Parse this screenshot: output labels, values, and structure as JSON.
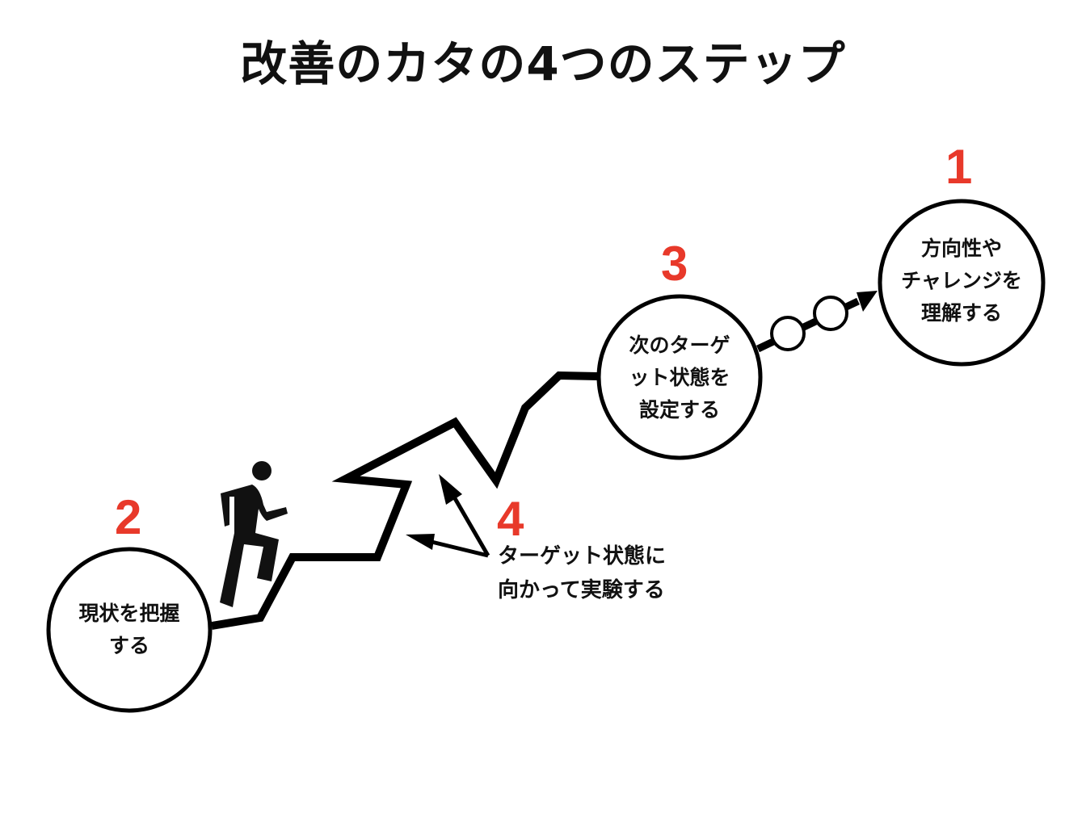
{
  "title": "改善のカタの4つのステップ",
  "accent_color": "#e8392a",
  "steps": [
    {
      "number": "1",
      "lines": [
        "方向性や",
        "チャレンジを",
        "理解する"
      ]
    },
    {
      "number": "2",
      "lines": [
        "現状を把握",
        "する"
      ]
    },
    {
      "number": "3",
      "lines": [
        "次のターゲ",
        "ット状態を",
        "設定する"
      ]
    },
    {
      "number": "4",
      "lines": [
        "ターゲット状態に",
        "向かって実験する"
      ]
    }
  ]
}
